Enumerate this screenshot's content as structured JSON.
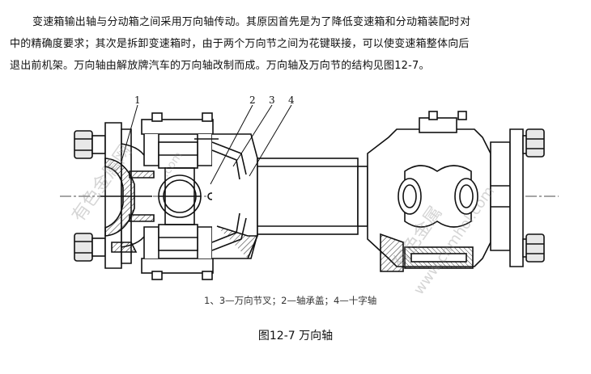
{
  "paragraph": {
    "line1": "变速箱输出轴与分动箱之间采用万向轴传动。其原因首先是为了降低变速箱和分动箱装配时对",
    "line2": "中的精确度要求；其次是拆卸变速箱时，由于两个万向节之间为花键联接，可以使变速箱整体向后",
    "line3": "退出前机架。万向轴由解放牌汽车的万向轴改制而成。万向轴及万向节的结构见图12-7。"
  },
  "figure": {
    "labels": {
      "l1": "1",
      "l2": "2",
      "l3": "3",
      "l4": "4"
    },
    "legend": "1、3—万向节叉；2—轴承盖；4—十字轴",
    "title": "图12-7  万向轴",
    "watermark_left": "有色金属网",
    "watermark_left_url": ".com",
    "watermark_right": "有色金属",
    "watermark_right_url": "www.cnmhol.com"
  }
}
